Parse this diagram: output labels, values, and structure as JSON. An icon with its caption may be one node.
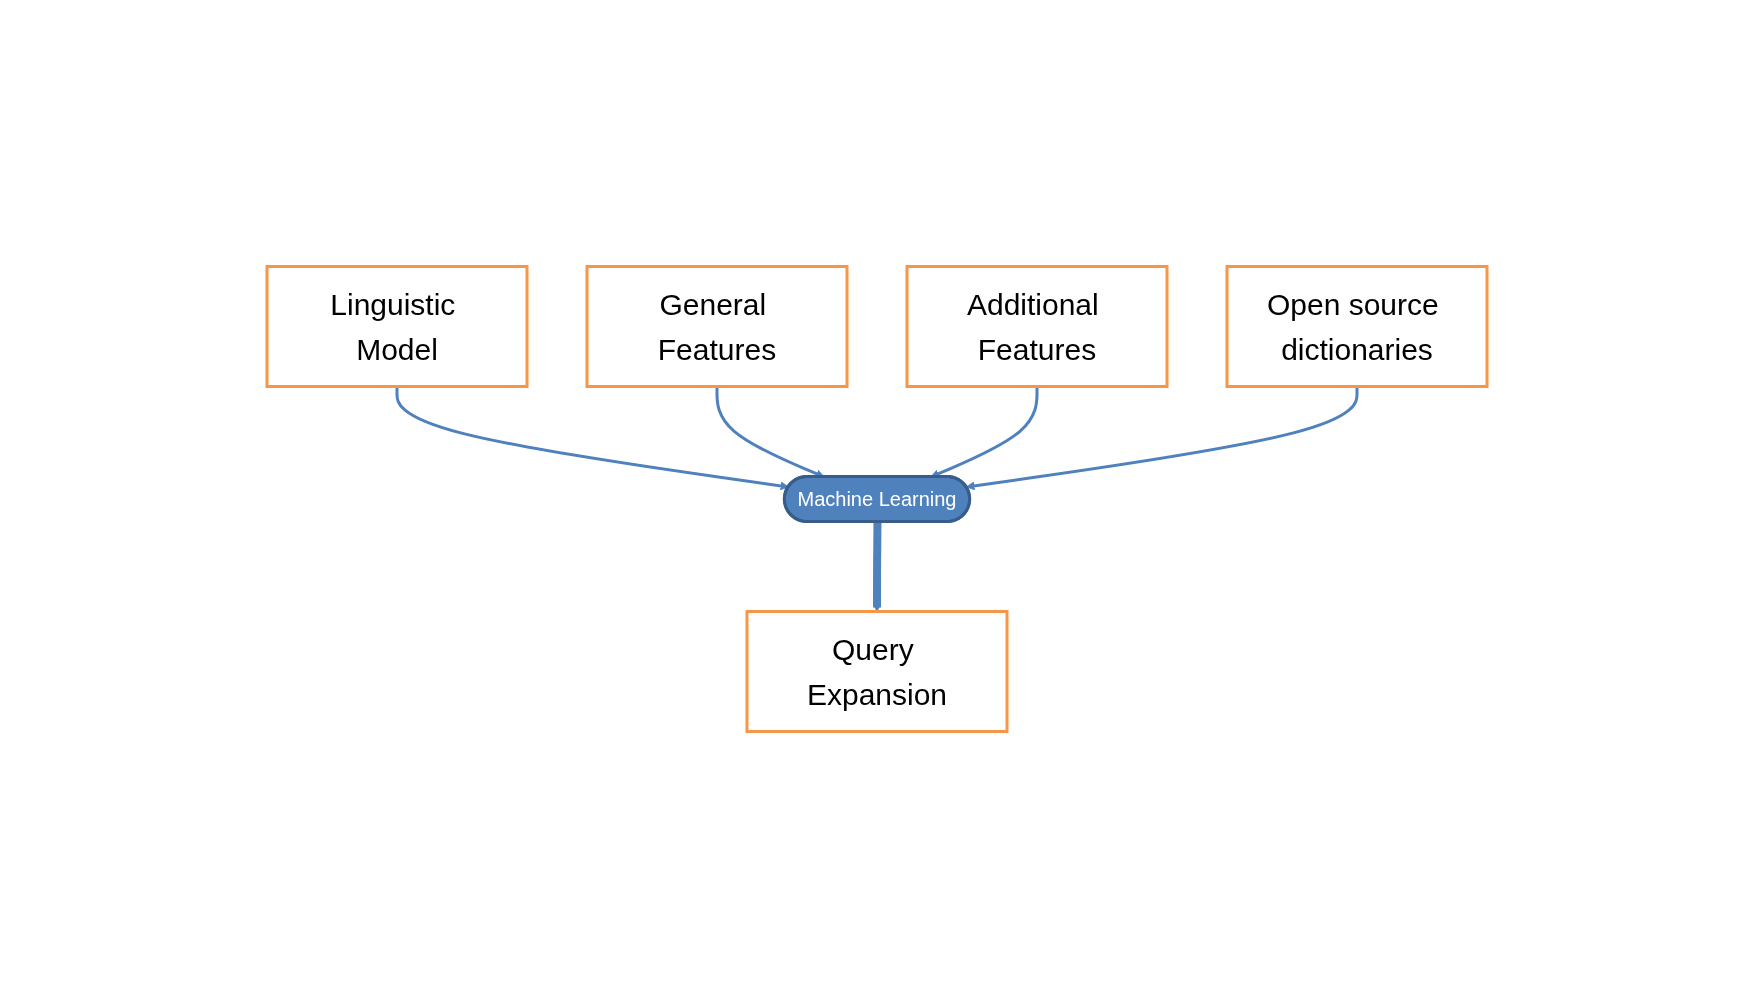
{
  "diagram": {
    "nodes": [
      {
        "text": [
          "Linguistic Model"
        ]
      },
      {
        "text": [
          "General Features"
        ]
      },
      {
        "text": [
          "Machine Learning"
        ]
      },
      {
        "text": [
          "Additional Features"
        ]
      },
      {
        "text": [
          "Open source dictionaries"
        ]
      },
      {
        "text": [
          "Query Expansion"
        ]
      }
    ],
    "edges": [
      {
        "from": 0,
        "to": 2,
        "arrow": "to"
      },
      {
        "from": 1,
        "to": 2,
        "arrow": "to"
      },
      {
        "from": 3,
        "to": 2,
        "arrow": "to"
      },
      {
        "from": 4,
        "to": 2,
        "arrow": "to"
      },
      {
        "from": 2,
        "to": 5,
        "arrow": "to",
        "style": "thick"
      }
    ]
  }
}
